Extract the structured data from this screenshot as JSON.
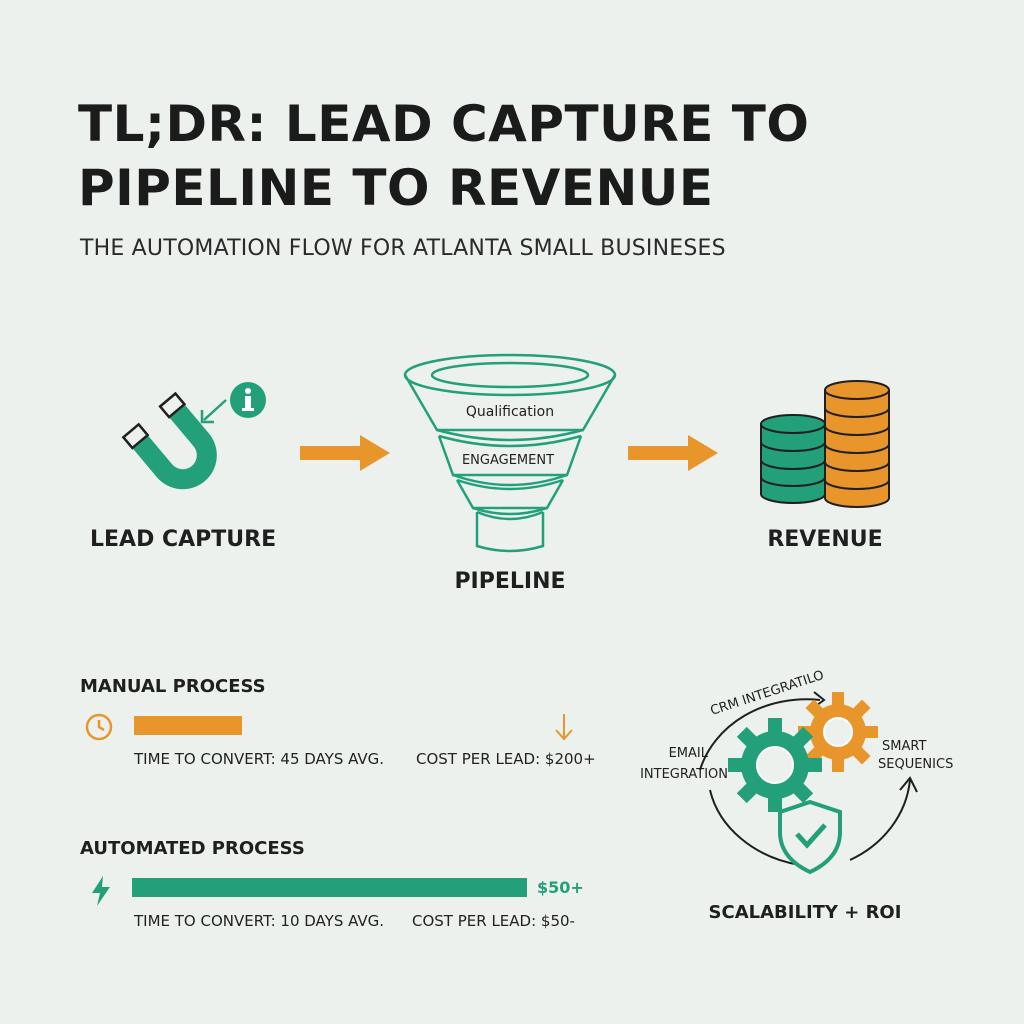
{
  "header": {
    "title_line1": "TL;DR: LEAD CAPTURE TO",
    "title_line2": "PIPELINE TO REVENUE",
    "subtitle": "THE AUTOMATION FLOW FOR ATLANTA SMALL BUSINESES"
  },
  "flow": {
    "lead_capture_label": "LEAD CAPTURE",
    "pipeline_label": "PIPELINE",
    "revenue_label": "REVENUE",
    "funnel_stages": [
      "Qualification",
      "ENGAGEMENT"
    ],
    "icons": [
      "magnet-icon",
      "info-icon",
      "arrow-right-icon",
      "funnel-icon",
      "coins-icon"
    ]
  },
  "manual": {
    "heading": "MANUAL PROCESS",
    "time_text": "TIME TO CONVERT: 45 DAYS AVG.",
    "cost_text": "COST PER LEAD: $200+",
    "icon": "clock-icon"
  },
  "automated": {
    "heading": "AUTOMATED PROCESS",
    "time_text": "TIME TO CONVERT: 10 DAYS AVG.",
    "cost_text": "COST PER LEAD: $50-",
    "bar_value_label": "$50+",
    "icon": "lightning-icon"
  },
  "integration": {
    "crm_label": "CRM INTEGRATILO",
    "email_label_line1": "EMAIL",
    "email_label_line2": "INTEGRATION",
    "smart_label_line1": "SMART",
    "smart_label_line2": "SEQUENICS",
    "footer_label": "SCALABILITY + ROI",
    "icons": [
      "gear-icon",
      "shield-check-icon"
    ]
  },
  "colors": {
    "teal": "#23a07a",
    "orange": "#e8962c",
    "background": "#ecf1ee",
    "text": "#1c1c1c"
  }
}
